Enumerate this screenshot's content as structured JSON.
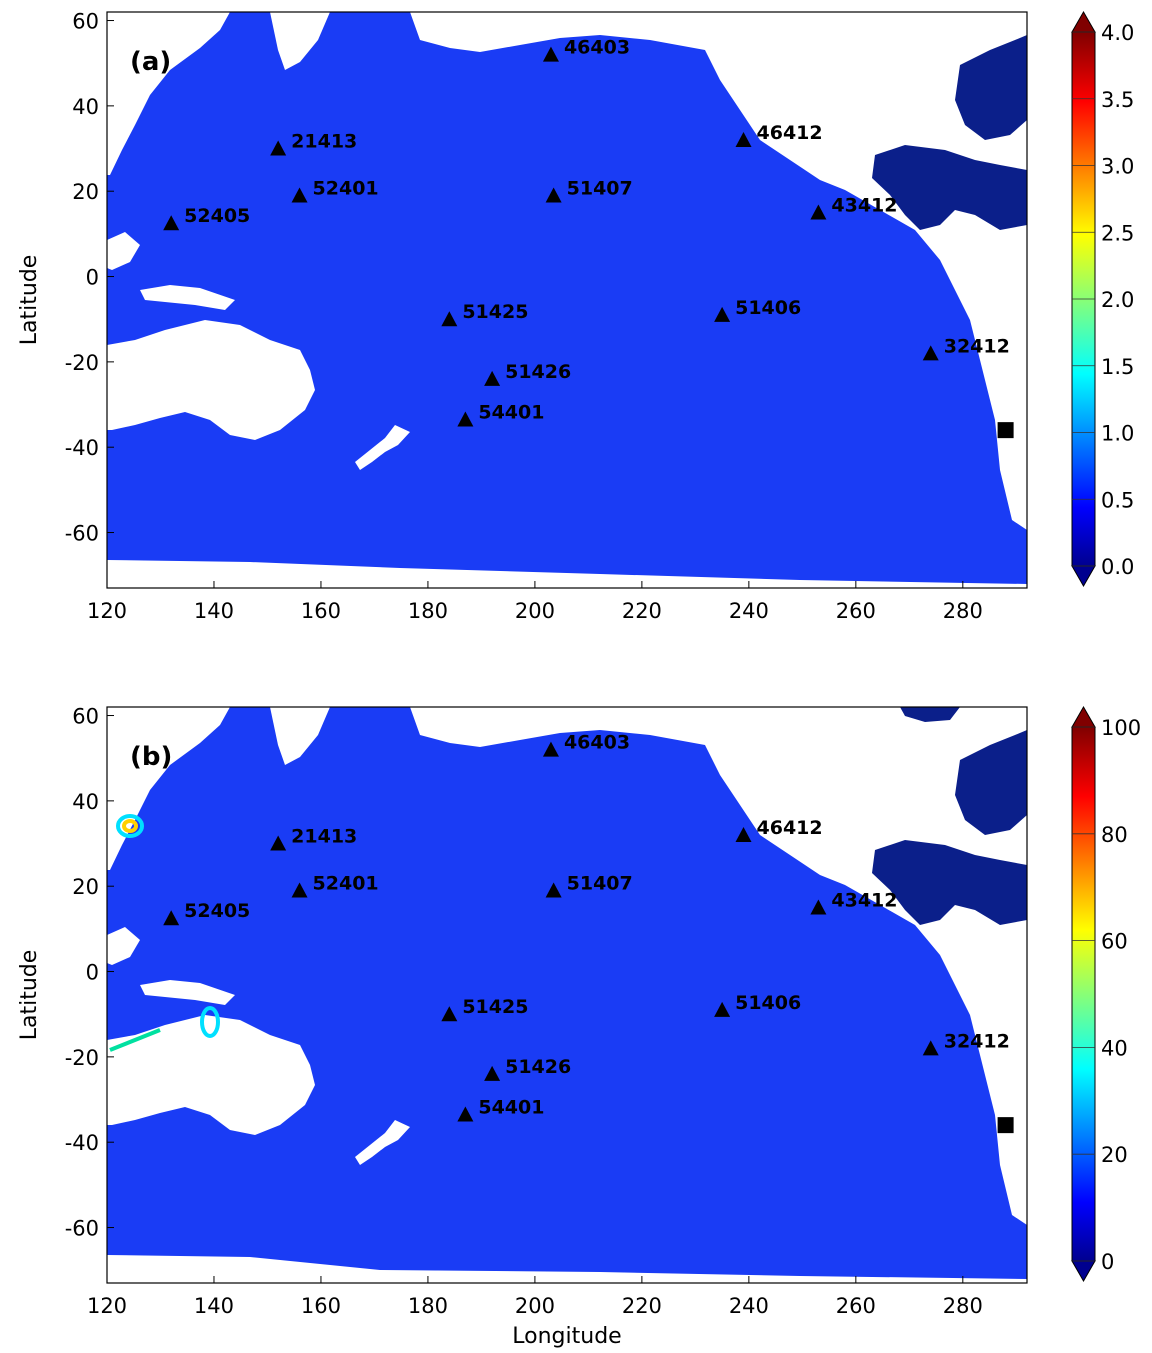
{
  "chart_data": [
    {
      "type": "heatmap",
      "panel_label": "(a)",
      "xlabel": "",
      "ylabel": "Latitude",
      "xlim": [
        120,
        292
      ],
      "ylim": [
        -73,
        62
      ],
      "xticks": [
        120,
        140,
        160,
        180,
        200,
        220,
        240,
        260,
        280
      ],
      "yticks": [
        60,
        40,
        20,
        0,
        -20,
        -40,
        -60
      ],
      "colorbar": {
        "min": 0.0,
        "max": 4.0,
        "ticks": [
          "0.0",
          "0.5",
          "1.0",
          "1.5",
          "2.0",
          "2.5",
          "3.0",
          "3.5",
          "4.0"
        ],
        "extend": "both"
      },
      "stations": [
        {
          "name": "46403",
          "lon": 203,
          "lat": 52
        },
        {
          "name": "21413",
          "lon": 152,
          "lat": 30
        },
        {
          "name": "46412",
          "lon": 239,
          "lat": 32
        },
        {
          "name": "52401",
          "lon": 156,
          "lat": 19
        },
        {
          "name": "51407",
          "lon": 203.5,
          "lat": 19
        },
        {
          "name": "43412",
          "lon": 253,
          "lat": 15
        },
        {
          "name": "52405",
          "lon": 132,
          "lat": 12.5
        },
        {
          "name": "51425",
          "lon": 184,
          "lat": -10
        },
        {
          "name": "51406",
          "lon": 235,
          "lat": -9
        },
        {
          "name": "32412",
          "lon": 274,
          "lat": -18
        },
        {
          "name": "51426",
          "lon": 192,
          "lat": -24
        },
        {
          "name": "54401",
          "lon": 187,
          "lat": -33.5
        }
      ],
      "source_marker": {
        "lon": 288,
        "lat": -36,
        "shape": "square"
      }
    },
    {
      "type": "heatmap",
      "panel_label": "(b)",
      "xlabel": "Longitude",
      "ylabel": "Latitude",
      "xlim": [
        120,
        292
      ],
      "ylim": [
        -73,
        62
      ],
      "xticks": [
        120,
        140,
        160,
        180,
        200,
        220,
        240,
        260,
        280
      ],
      "yticks": [
        60,
        40,
        20,
        0,
        -20,
        -40,
        -60
      ],
      "colorbar": {
        "min": 0,
        "max": 100,
        "ticks": [
          "0",
          "20",
          "40",
          "60",
          "80",
          "100"
        ],
        "extend": "both"
      },
      "stations": [
        {
          "name": "46403",
          "lon": 203,
          "lat": 52
        },
        {
          "name": "21413",
          "lon": 152,
          "lat": 30
        },
        {
          "name": "46412",
          "lon": 239,
          "lat": 32
        },
        {
          "name": "52401",
          "lon": 156,
          "lat": 19
        },
        {
          "name": "51407",
          "lon": 203.5,
          "lat": 19
        },
        {
          "name": "43412",
          "lon": 253,
          "lat": 15
        },
        {
          "name": "52405",
          "lon": 132,
          "lat": 12.5
        },
        {
          "name": "51425",
          "lon": 184,
          "lat": -10
        },
        {
          "name": "51406",
          "lon": 235,
          "lat": -9
        },
        {
          "name": "32412",
          "lon": 274,
          "lat": -18
        },
        {
          "name": "51426",
          "lon": 192,
          "lat": -24
        },
        {
          "name": "54401",
          "lon": 187,
          "lat": -33.5
        }
      ],
      "source_marker": {
        "lon": 288,
        "lat": -36,
        "shape": "square"
      }
    }
  ],
  "colors": {
    "ocean": "#1a3cf5",
    "land": "#ffffff",
    "land_other_basin": "#0b1f8a",
    "marker": "#000000"
  }
}
